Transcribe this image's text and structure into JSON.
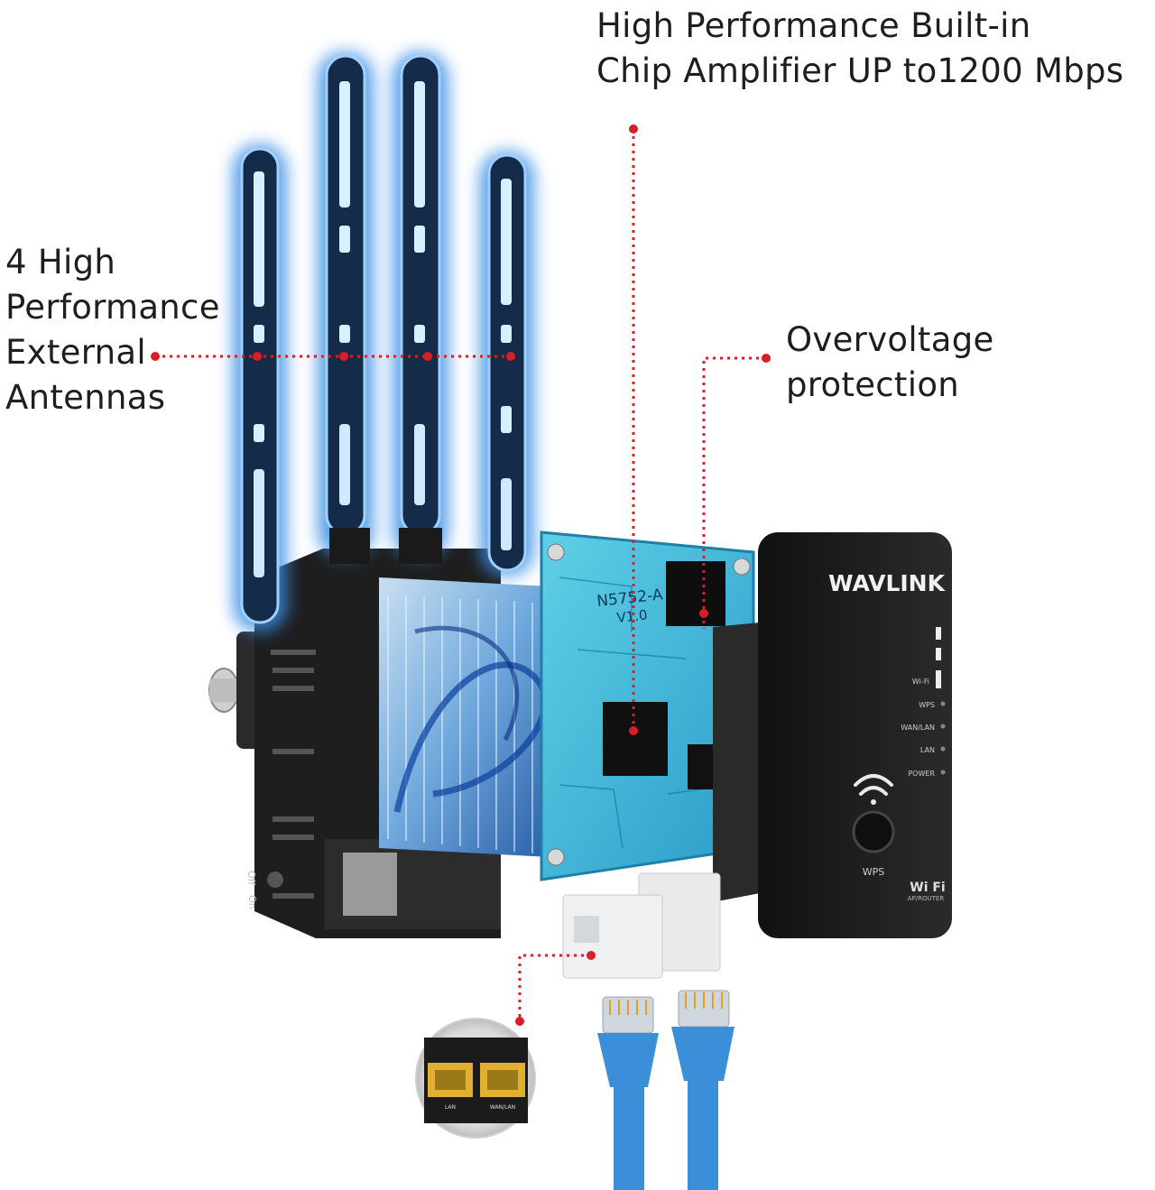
{
  "callouts": {
    "chip": {
      "line1": "High Performance Built-in",
      "line2": "Chip Amplifier UP to1200 Mbps"
    },
    "antennas": {
      "line1": "4 High",
      "line2": "Performance",
      "line3": "External",
      "line4": "Antennas"
    },
    "overvoltage": {
      "line1": "Overvoltage",
      "line2": "protection"
    }
  },
  "device": {
    "brand": "WAVLINK",
    "indicators": [
      "Wi-Fi",
      "WPS",
      "WAN/LAN",
      "LAN",
      "POWER"
    ],
    "wps_label": "WPS",
    "wifi_badge": "Wi Fi",
    "wifi_badge_sub": "AP/ROUTER",
    "switch_on": "On",
    "switch_off": "Off"
  },
  "pcb": {
    "marking": "N5752-A",
    "version": "V1.0"
  },
  "ports": {
    "lan": "LAN",
    "wan": "WAN/LAN"
  },
  "colors": {
    "callout_line": "#d81f26",
    "antenna_glow": "#3a8fe6",
    "device_body": "#1c1c1c",
    "pcb": "#3ab6d8",
    "cable": "#3b8fd9"
  }
}
